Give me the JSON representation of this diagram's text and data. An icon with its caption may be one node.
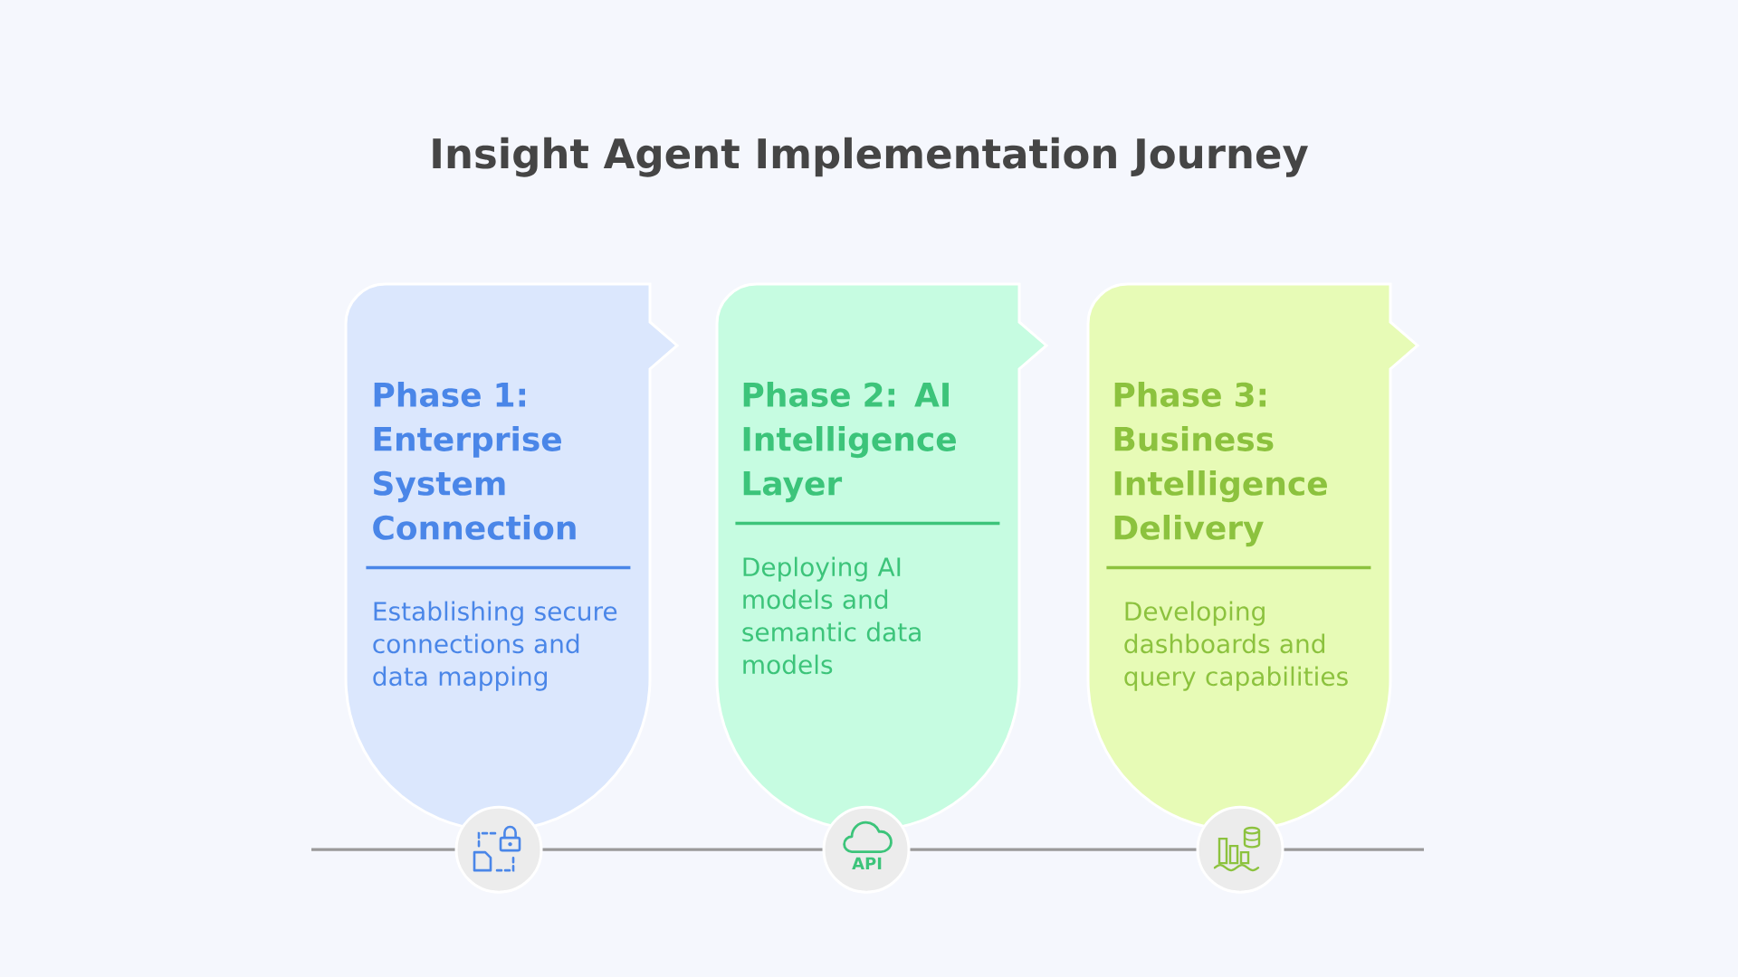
{
  "diagram": {
    "title": "Insight Agent Implementation Journey",
    "nodes": [
      {
        "text": [
          "Phase 1: Enterprise System Connection",
          "Establishing secure connections and data mapping"
        ]
      },
      {
        "text": [
          "Phase 2: AI Intelligence Layer",
          "Deploying AI models and semantic data models"
        ]
      },
      {
        "text": [
          "Phase 3: Business Intelligence Delivery",
          "Developing dashboards and query capabilities"
        ]
      },
      {
        "text": [],
        "shape": "circle"
      },
      {
        "text": [
          "API"
        ]
      },
      {
        "text": [],
        "shape": "circle"
      }
    ],
    "edges": [
      {
        "from": null,
        "to": 3,
        "arrow": "none"
      },
      {
        "from": 3,
        "to": 4,
        "arrow": "none"
      },
      {
        "from": 4,
        "to": 5,
        "arrow": "none"
      },
      {
        "from": 5,
        "to": null,
        "arrow": "none"
      }
    ]
  }
}
